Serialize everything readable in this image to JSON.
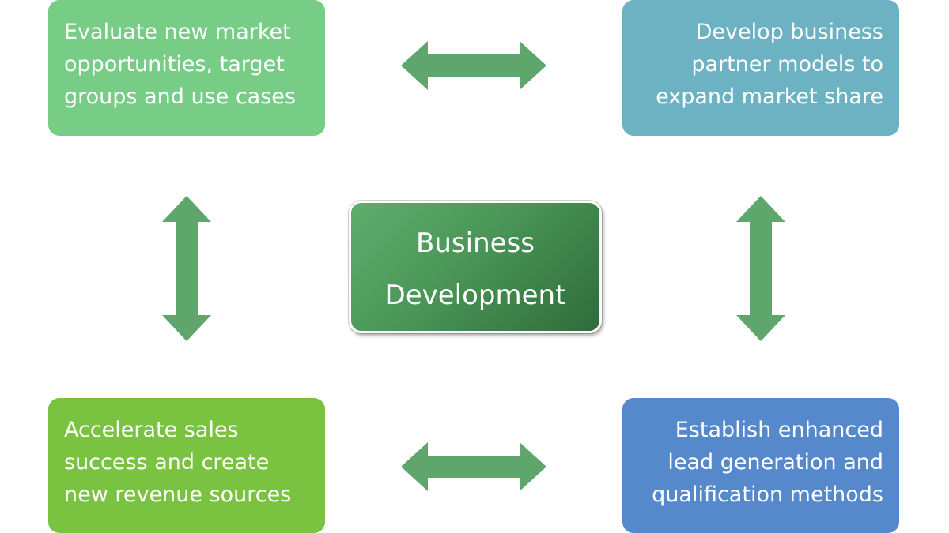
{
  "center": {
    "lines": [
      "Business",
      "Development"
    ]
  },
  "boxes": {
    "top_left": {
      "lines": [
        "Evaluate new market",
        "opportunities, target",
        "groups and use cases"
      ],
      "color": "#77cd86"
    },
    "top_right": {
      "lines": [
        "Develop business",
        "partner models to",
        "expand market share"
      ],
      "color": "#6db2c2"
    },
    "bottom_left": {
      "lines": [
        "Accelerate sales",
        "success and create",
        "new revenue sources"
      ],
      "color": "#7ac341"
    },
    "bottom_right": {
      "lines": [
        "Establish enhanced",
        "lead generation and",
        "qualification methods"
      ],
      "color": "#5689cc"
    }
  },
  "arrows": {
    "color": "#5ea66c",
    "icons": [
      "double-arrow-horizontal-icon",
      "double-arrow-vertical-icon"
    ]
  }
}
